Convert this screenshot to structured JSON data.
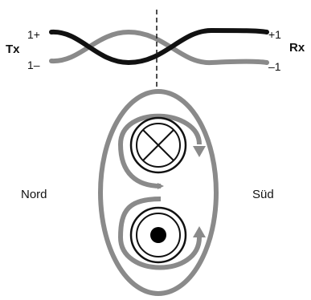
{
  "labels": {
    "tx": "Tx",
    "rx": "Rx",
    "tx_pos": "1+",
    "tx_neg": "1–",
    "rx_pos": "+1",
    "rx_neg": "–1",
    "north": "Nord",
    "south": "Süd"
  },
  "symbols": {
    "upper_conductor": "current-into-page-cross",
    "lower_conductor": "current-out-of-page-dot"
  },
  "colors": {
    "wire_dark": "#111111",
    "wire_gray": "#8a8a8a",
    "field_gray": "#8a8a8a",
    "conductor_ring": "#111111"
  }
}
